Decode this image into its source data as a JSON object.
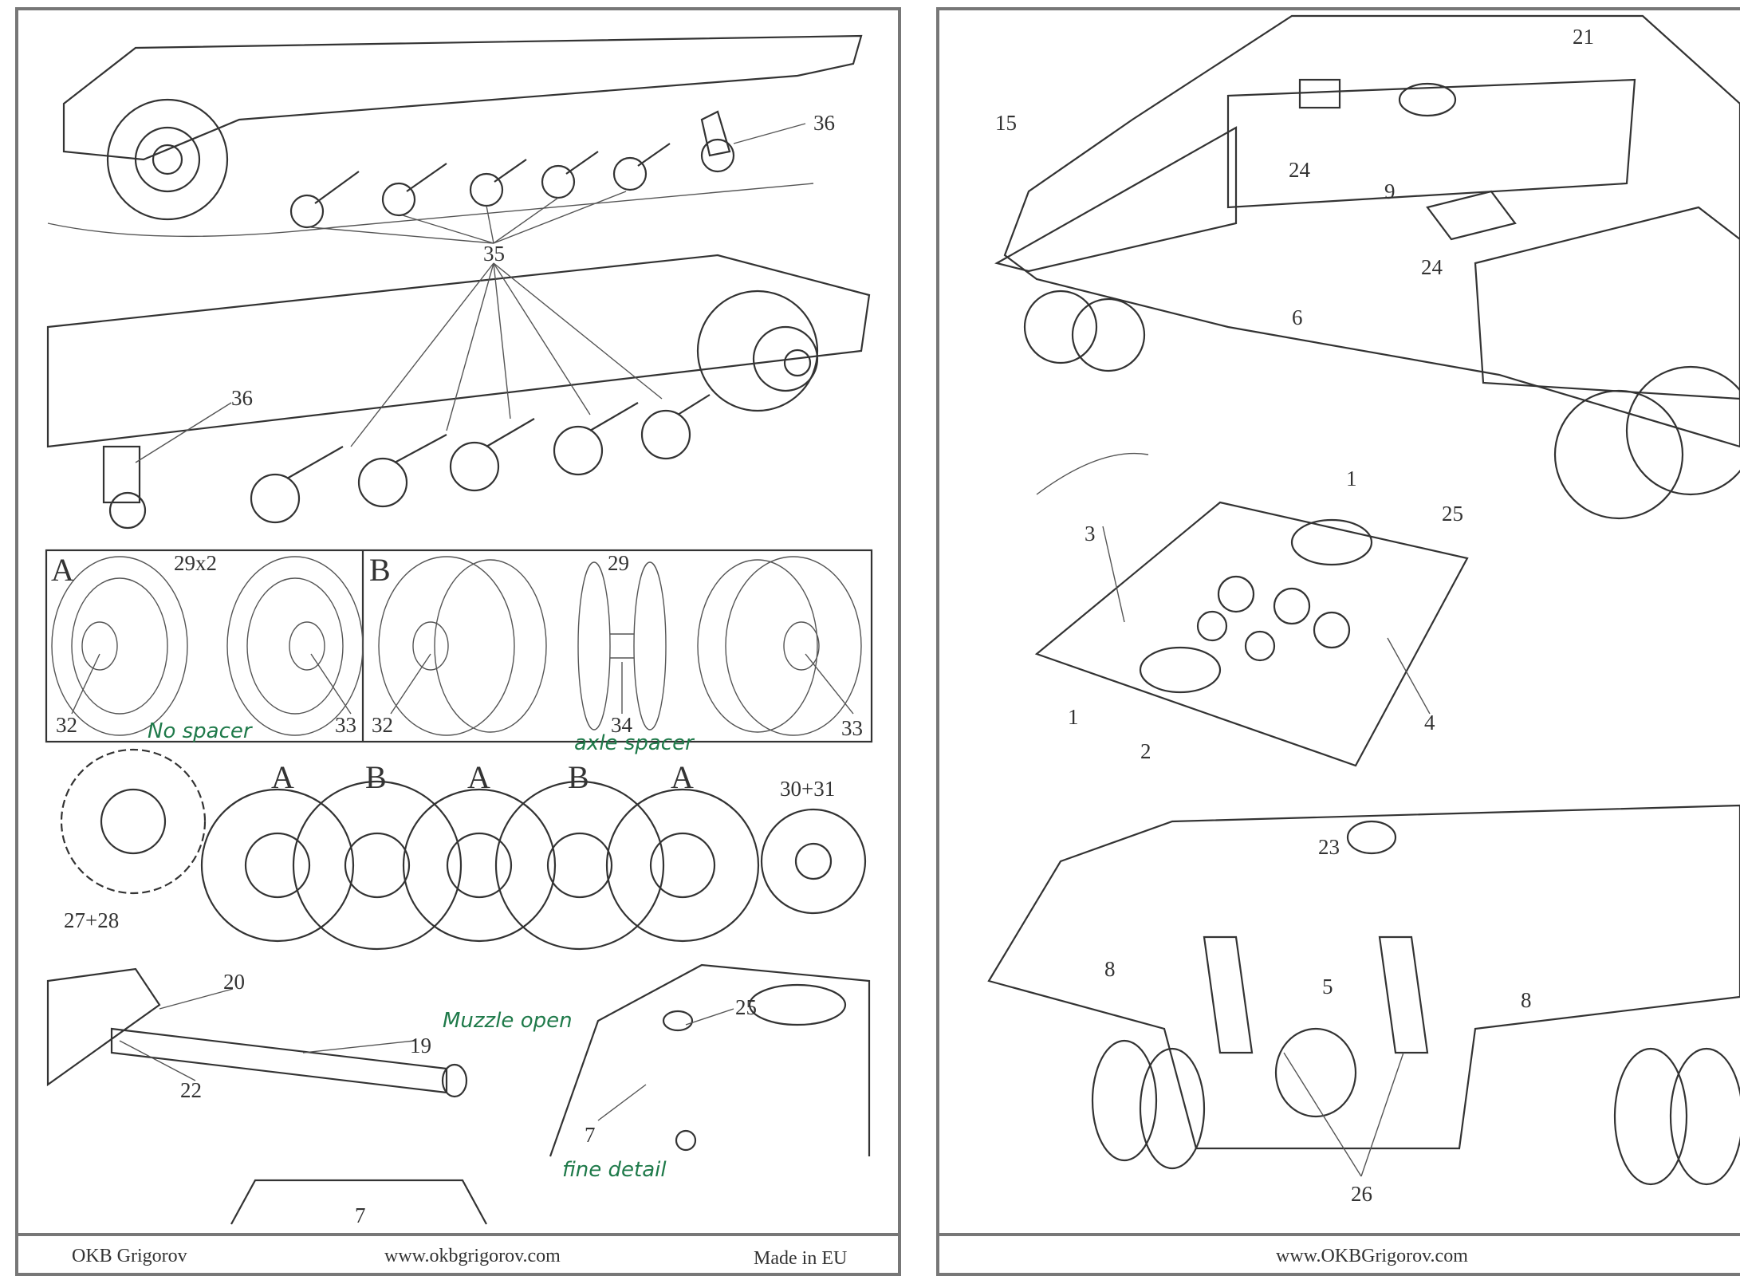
{
  "left_page": {
    "callouts": [
      "36",
      "35",
      "36",
      "20",
      "19",
      "22",
      "25",
      "7",
      "7"
    ],
    "wheel_box": {
      "a_label": "A",
      "a_qty": "29x2",
      "a_left": "32",
      "a_right": "33",
      "b_label": "B",
      "b_qty": "29",
      "b_left": "32",
      "b_mid": "34",
      "b_right": "33"
    },
    "wheel_sequence": [
      "A",
      "B",
      "A",
      "B",
      "A"
    ],
    "idler_label": "30+31",
    "sprocket_label": "27+28",
    "handwritten_notes": [
      "No spacer",
      "axle spacer",
      "Muzzle open",
      "fine detail"
    ],
    "footer": {
      "left": "OKB Grigorov",
      "center": "www.okbgrigorov.com",
      "right": "Made in EU"
    }
  },
  "right_page": {
    "callouts": [
      "21",
      "15",
      "24",
      "9",
      "24",
      "6",
      "1",
      "25",
      "3",
      "1",
      "2",
      "4",
      "23",
      "8",
      "5",
      "8",
      "26"
    ],
    "footer": {
      "center": "www.OKBGrigorov.com"
    }
  },
  "colors": {
    "line": "#333333",
    "note": "#1f7a4a",
    "frame": "#777777"
  }
}
